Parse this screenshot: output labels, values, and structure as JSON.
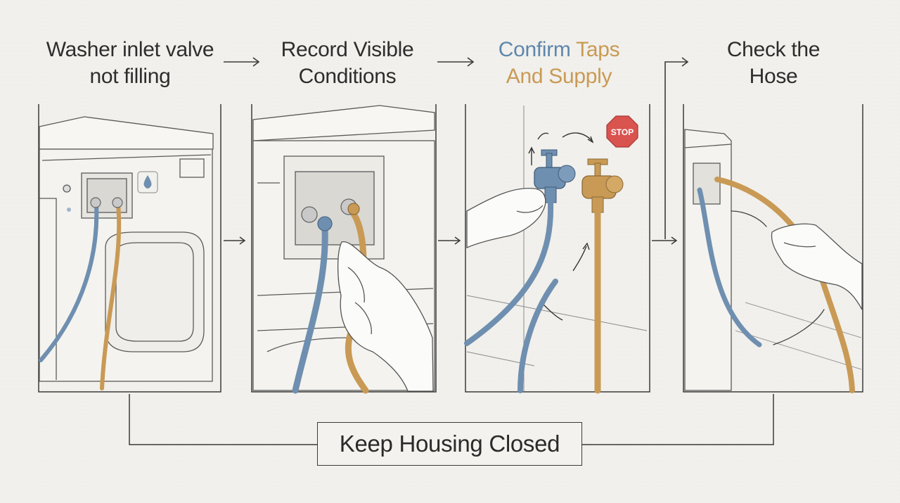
{
  "steps": [
    {
      "line1": "Washer inlet valve",
      "line2": "not filling"
    },
    {
      "line1": "Record Visible",
      "line2": "Conditions"
    },
    {
      "line1_a": "Confirm",
      "line1_b": "Taps",
      "line2": "And Supply"
    },
    {
      "line1": "Check the",
      "line2": "Hose"
    }
  ],
  "footer": {
    "label": "Keep Housing Closed"
  },
  "stop_sign": {
    "text": "STOP"
  },
  "colors": {
    "cold_hose": "#6f8fb0",
    "hot_hose": "#c99a55",
    "stop": "#d9534f",
    "line": "#3a3a3a"
  }
}
